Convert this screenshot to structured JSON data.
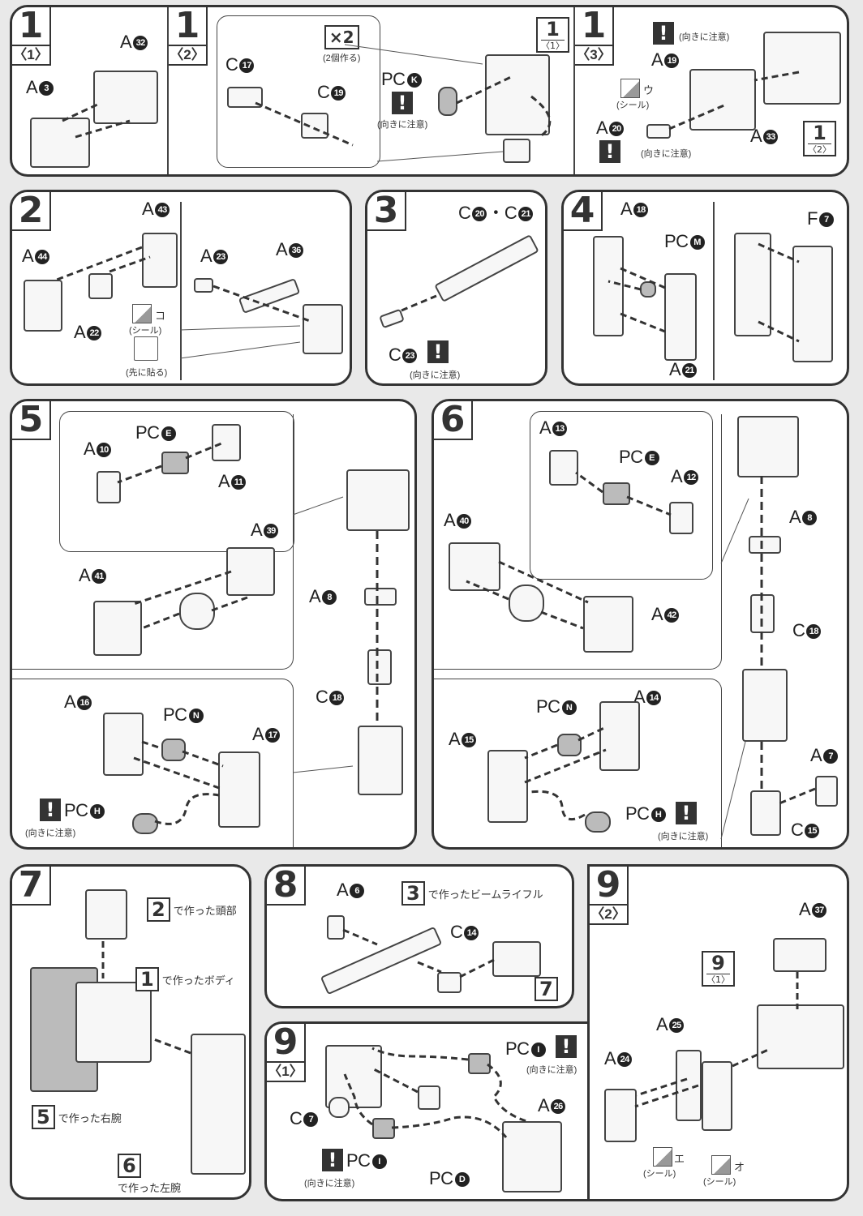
{
  "steps": [
    {
      "id": "1-1",
      "number": "1",
      "sub": "〈1〉",
      "labels": [
        {
          "part": "A",
          "num": "32"
        },
        {
          "part": "A",
          "num": "3"
        }
      ]
    },
    {
      "id": "1-2",
      "number": "1",
      "sub": "〈2〉",
      "labels": [
        {
          "part": "C",
          "num": "17"
        },
        {
          "part": "C",
          "num": "19"
        },
        {
          "part": "PC",
          "num": "K"
        }
      ],
      "multiplier": "×2",
      "multiplier_note": "(2個作る)",
      "ref": {
        "number": "1",
        "sub": "〈1〉"
      },
      "caution": "(向きに注意)"
    },
    {
      "id": "1-3",
      "number": "1",
      "sub": "〈3〉",
      "labels": [
        {
          "part": "A",
          "num": "19"
        },
        {
          "part": "A",
          "num": "20"
        },
        {
          "part": "A",
          "num": "33"
        }
      ],
      "caution1": "(向きに注意)",
      "caution2": "(向きに注意)",
      "sticker": {
        "mark": "ウ",
        "note": "(シール)"
      },
      "ref": {
        "number": "1",
        "sub": "〈2〉"
      }
    },
    {
      "id": "2",
      "number": "2",
      "labels": [
        {
          "part": "A",
          "num": "43"
        },
        {
          "part": "A",
          "num": "44"
        },
        {
          "part": "A",
          "num": "22"
        },
        {
          "part": "A",
          "num": "23"
        },
        {
          "part": "A",
          "num": "36"
        }
      ],
      "sticker": {
        "mark": "コ",
        "note": "(シール)"
      },
      "first_note": "(先に貼る)"
    },
    {
      "id": "3",
      "number": "3",
      "labels": [
        {
          "part": "C",
          "num": "20"
        },
        {
          "part": "C",
          "num": "21"
        },
        {
          "part": "C",
          "num": "23"
        }
      ],
      "caution": "(向きに注意)",
      "separator": "・"
    },
    {
      "id": "4",
      "number": "4",
      "labels": [
        {
          "part": "A",
          "num": "18"
        },
        {
          "part": "PC",
          "num": "M"
        },
        {
          "part": "A",
          "num": "21"
        },
        {
          "part": "F",
          "num": "7"
        }
      ]
    },
    {
      "id": "5",
      "number": "5",
      "labels": [
        {
          "part": "PC",
          "num": "E"
        },
        {
          "part": "A",
          "num": "10"
        },
        {
          "part": "A",
          "num": "11"
        },
        {
          "part": "A",
          "num": "39"
        },
        {
          "part": "A",
          "num": "41"
        },
        {
          "part": "A",
          "num": "8"
        },
        {
          "part": "C",
          "num": "18"
        },
        {
          "part": "A",
          "num": "16"
        },
        {
          "part": "PC",
          "num": "N"
        },
        {
          "part": "A",
          "num": "17"
        },
        {
          "part": "PC",
          "num": "H"
        }
      ],
      "caution": "(向きに注意)"
    },
    {
      "id": "6",
      "number": "6",
      "labels": [
        {
          "part": "A",
          "num": "13"
        },
        {
          "part": "PC",
          "num": "E"
        },
        {
          "part": "A",
          "num": "12"
        },
        {
          "part": "A",
          "num": "40"
        },
        {
          "part": "A",
          "num": "42"
        },
        {
          "part": "A",
          "num": "8"
        },
        {
          "part": "C",
          "num": "18"
        },
        {
          "part": "PC",
          "num": "N"
        },
        {
          "part": "A",
          "num": "14"
        },
        {
          "part": "A",
          "num": "15"
        },
        {
          "part": "PC",
          "num": "H"
        },
        {
          "part": "A",
          "num": "7"
        },
        {
          "part": "C",
          "num": "15"
        }
      ],
      "caution": "(向きに注意)"
    },
    {
      "id": "7",
      "number": "7",
      "refs": [
        {
          "number": "2",
          "text": "で作った頭部"
        },
        {
          "number": "1",
          "text": "で作ったボディ"
        },
        {
          "number": "5",
          "text": "で作った右腕"
        },
        {
          "number": "6",
          "text": "で作った左腕"
        }
      ]
    },
    {
      "id": "8",
      "number": "8",
      "labels": [
        {
          "part": "A",
          "num": "6"
        },
        {
          "part": "C",
          "num": "14"
        }
      ],
      "refs": [
        {
          "number": "3",
          "text": "で作ったビームライフル"
        },
        {
          "number": "7",
          "text": ""
        }
      ]
    },
    {
      "id": "9-1",
      "number": "9",
      "sub": "〈1〉",
      "labels": [
        {
          "part": "PC",
          "num": "I"
        },
        {
          "part": "A",
          "num": "26"
        },
        {
          "part": "C",
          "num": "7"
        },
        {
          "part": "PC",
          "num": "I"
        },
        {
          "part": "PC",
          "num": "D"
        }
      ],
      "caution1": "(向きに注意)",
      "caution2": "(向きに注意)"
    },
    {
      "id": "9-2",
      "number": "9",
      "sub": "〈2〉",
      "labels": [
        {
          "part": "A",
          "num": "37"
        },
        {
          "part": "A",
          "num": "25"
        },
        {
          "part": "A",
          "num": "24"
        }
      ],
      "ref": {
        "number": "9",
        "sub": "〈1〉"
      },
      "stickers": [
        {
          "mark": "エ",
          "note": "(シール)"
        },
        {
          "mark": "オ",
          "note": "(シール)"
        }
      ]
    }
  ]
}
